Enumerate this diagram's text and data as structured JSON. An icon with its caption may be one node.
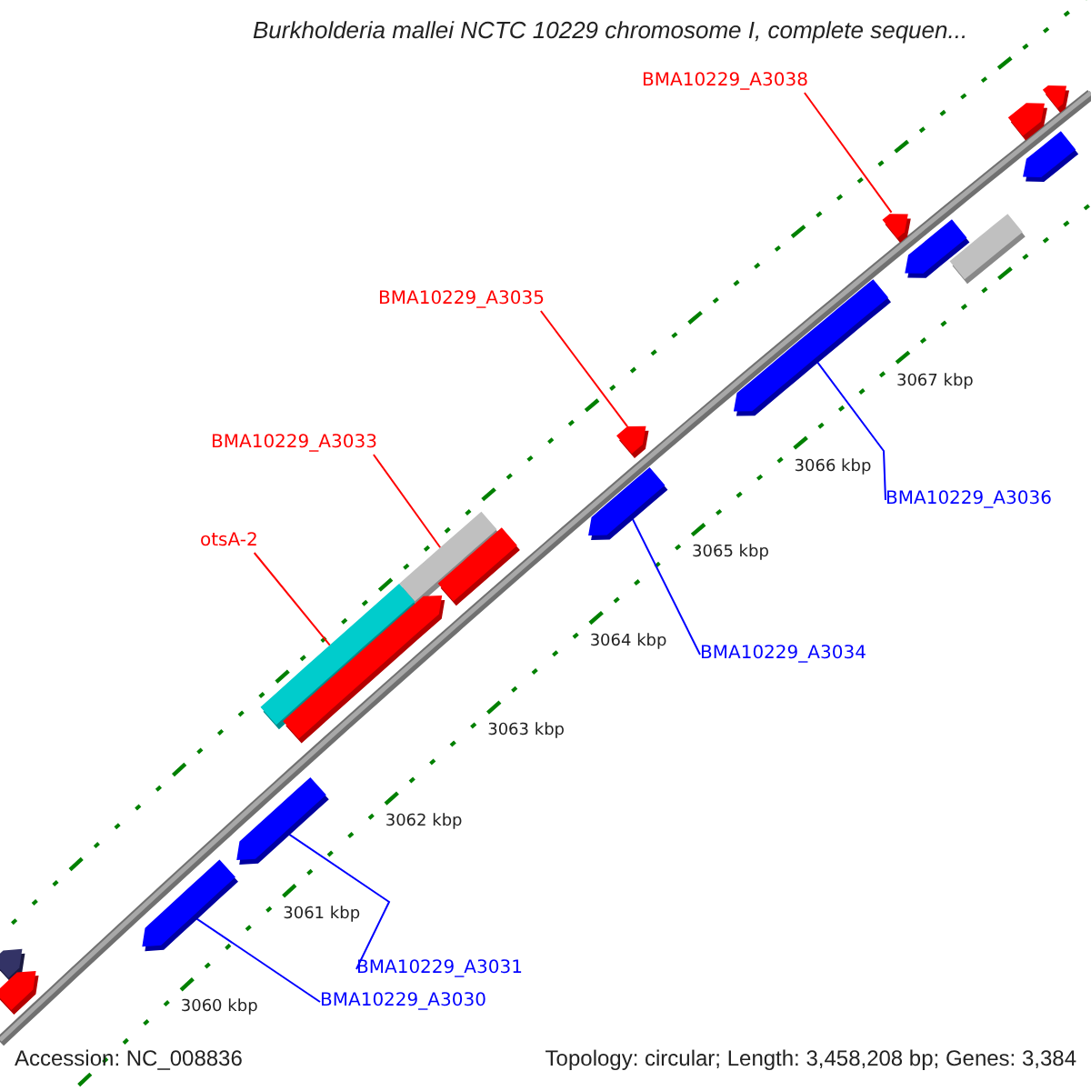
{
  "diagram": {
    "title": "Burkholderia mallei NCTC 10229 chromosome I, complete sequen...",
    "nodes": [
      {
        "text": [
          "BMA10229_A3038"
        ]
      },
      {
        "text": [
          "BMA10229_A3035"
        ]
      },
      {
        "text": [
          "BMA10229_A3033"
        ]
      },
      {
        "text": [
          "otsA-2"
        ]
      },
      {
        "text": [
          "BMA10229_A3036"
        ]
      },
      {
        "text": [
          "BMA10229_A3034"
        ]
      },
      {
        "text": [
          "BMA10229_A3031"
        ]
      },
      {
        "text": [
          "BMA10229_A3030"
        ]
      },
      {
        "text": [],
        "shape": "arrow"
      },
      {
        "text": [],
        "shape": "arrow"
      },
      {
        "text": [],
        "shape": "bar"
      },
      {
        "text": [],
        "shape": "bar"
      },
      {
        "text": [],
        "shape": "arrow"
      },
      {
        "text": [],
        "shape": "arrow"
      },
      {
        "text": [],
        "shape": "arrow"
      },
      {
        "text": [],
        "shape": "arrow"
      },
      {
        "text": [],
        "shape": "arrow"
      },
      {
        "text": [],
        "shape": "arrow"
      },
      {
        "text": [],
        "shape": "arrow"
      },
      {
        "text": [],
        "shape": "bar"
      },
      {
        "text": [],
        "shape": "arrow"
      },
      {
        "text": [],
        "shape": "arrow"
      },
      {
        "text": [],
        "shape": "arrow"
      },
      {
        "text": [],
        "shape": "arrow"
      },
      {
        "text": [],
        "shape": "arrow"
      }
    ],
    "edges": [
      {
        "from": 0,
        "to": 8,
        "arrow": "none",
        "color": "#ff0000"
      },
      {
        "from": 1,
        "to": 9,
        "arrow": "none",
        "color": "#ff0000"
      },
      {
        "from": 2,
        "to": 10,
        "arrow": "none",
        "color": "#ff0000"
      },
      {
        "from": 3,
        "to": 11,
        "arrow": "none",
        "color": "#ff0000"
      },
      {
        "from": 4,
        "to": 12,
        "arrow": "none",
        "color": "#0000ff"
      },
      {
        "from": 5,
        "to": 13,
        "arrow": "none",
        "color": "#0000ff"
      },
      {
        "from": 6,
        "to": 14,
        "arrow": "none",
        "color": "#0000ff"
      },
      {
        "from": 7,
        "to": 15,
        "arrow": "none",
        "color": "#0000ff"
      }
    ],
    "labels": [
      "3060 kbp",
      "3061 kbp",
      "3062 kbp",
      "3063 kbp",
      "3064 kbp",
      "3065 kbp",
      "3066 kbp",
      "3067 kbp",
      "Accession: NC_008836",
      "Topology: circular; Length: 3,458,208 bp; Genes: 3,384"
    ]
  }
}
